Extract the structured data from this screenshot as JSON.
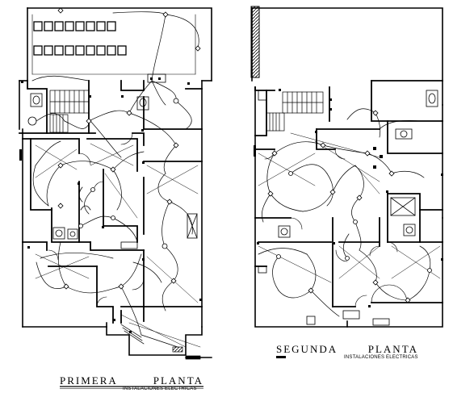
{
  "drawing": {
    "background": "#ffffff",
    "line_color": "#000000",
    "plans": [
      {
        "id": "first-floor",
        "title_word1": "PRIMERA",
        "title_word2": "PLANTA",
        "subtitle": "INSTALACIONES ELECTRICAS"
      },
      {
        "id": "second-floor",
        "title_word1": "SEGUNDA",
        "title_word2": "PLANTA",
        "subtitle": "INSTALACIONES ELECTRICAS"
      }
    ]
  }
}
